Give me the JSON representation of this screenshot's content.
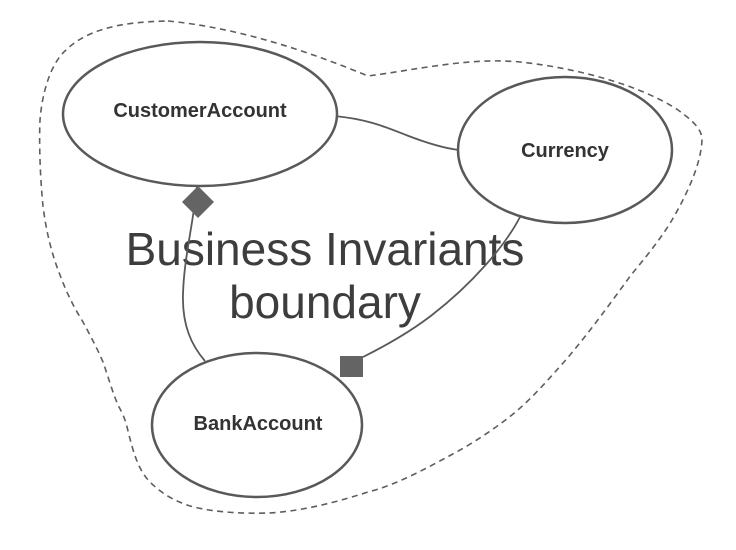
{
  "diagram": {
    "boundary_label": {
      "line1": "Business Invariants",
      "line2": "boundary"
    },
    "nodes": [
      {
        "id": "customer-account",
        "label": "CustomerAccount"
      },
      {
        "id": "currency",
        "label": "Currency"
      },
      {
        "id": "bank-account",
        "label": "BankAccount"
      }
    ],
    "relationships": [
      {
        "from": "CustomerAccount",
        "to": "Currency",
        "marker": "none"
      },
      {
        "from": "CustomerAccount",
        "to": "BankAccount",
        "marker": "filled-diamond at CustomerAccount end"
      },
      {
        "from": "Currency",
        "to": "BankAccount",
        "marker": "filled-square at BankAccount end"
      }
    ],
    "colors": {
      "shape_stroke": "#595959",
      "shape_fill": "#ffffff",
      "node_label_text": "#333333",
      "boundary_title_text": "#3d3d3d",
      "boundary_dash": "#5e5e5e",
      "marker_fill": "#646464",
      "background": "#ffffff"
    }
  }
}
